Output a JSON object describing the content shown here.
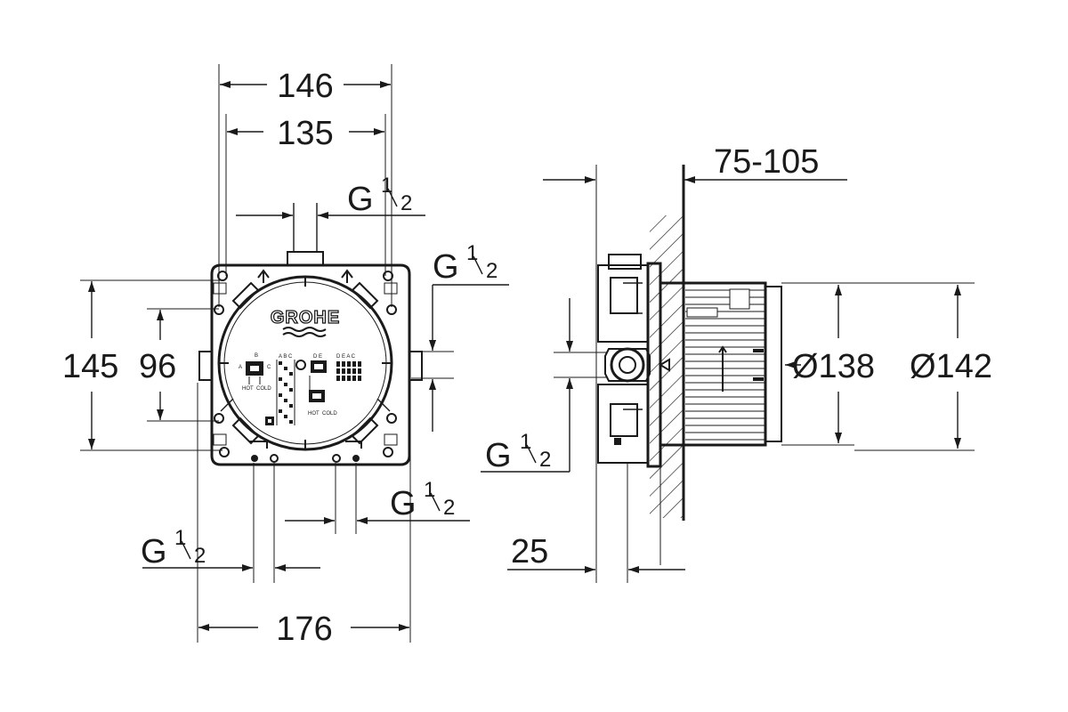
{
  "brand": {
    "logo_text": "GROHE"
  },
  "front_view": {
    "dim_146": "146",
    "dim_135": "135",
    "dim_145": "145",
    "dim_96": "96",
    "dim_176": "176",
    "thread_top": {
      "main": "G",
      "sup": "1",
      "sub": "2"
    },
    "thread_right": {
      "main": "G",
      "sup": "1",
      "sub": "2"
    },
    "thread_bottom_left": {
      "main": "G",
      "sup": "1",
      "sub": "2"
    },
    "thread_bottom_right": {
      "main": "G",
      "sup": "1",
      "sub": "2"
    },
    "port_labels": {
      "b": "B",
      "a": "A",
      "c": "C",
      "hot": "HOT",
      "cold": "COLD",
      "abc": "A B C",
      "def": "D E",
      "deac": "D E A C"
    }
  },
  "side_view": {
    "dim_depth": "75-105",
    "dim_25": "25",
    "dim_d138": "Ø138",
    "dim_d142": "Ø142",
    "thread_left": {
      "main": "G",
      "sup": "1",
      "sub": "2"
    }
  }
}
